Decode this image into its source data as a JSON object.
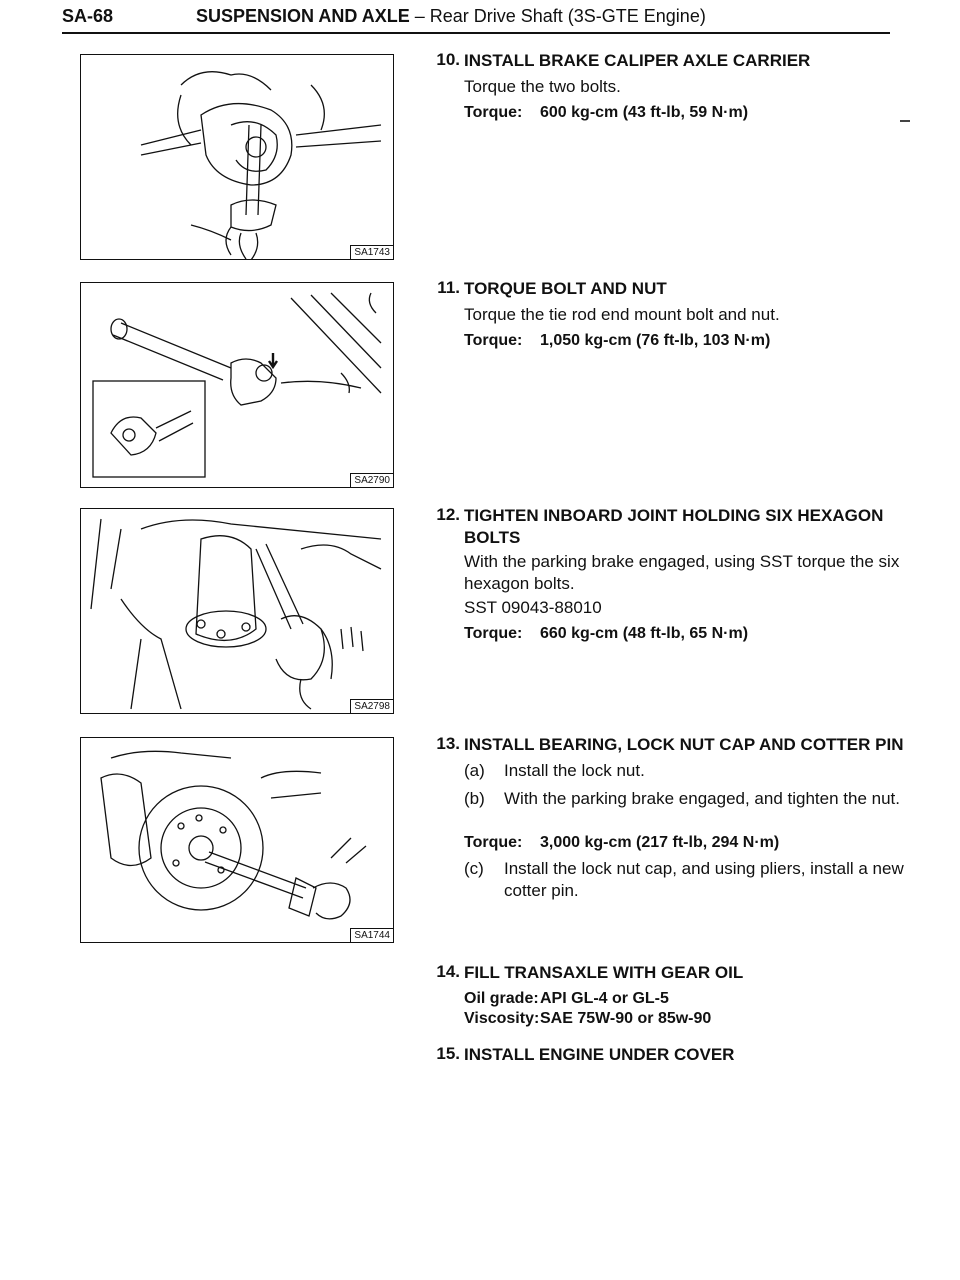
{
  "header": {
    "page_number": "SA-68",
    "section": "SUSPENSION AND AXLE",
    "separator": " – ",
    "subtitle": "Rear Drive Shaft (3S-GTE Engine)"
  },
  "figures": [
    {
      "code": "SA1743",
      "icon": "torque-wrench-on-brake-caliper"
    },
    {
      "code": "SA2790",
      "icon": "torque-wrench-on-tie-rod-end"
    },
    {
      "code": "SA2798",
      "icon": "sst-wrench-on-inboard-joint"
    },
    {
      "code": "SA1744",
      "icon": "torque-wrench-on-axle-hub-nut"
    }
  ],
  "steps": {
    "s10": {
      "num": "10.",
      "title": "INSTALL BRAKE CALIPER AXLE CARRIER",
      "text": "Torque the two bolts.",
      "torque_label": "Torque:",
      "torque_value": "600 kg-cm (43 ft-lb, 59 N·m)"
    },
    "s11": {
      "num": "11.",
      "title": "TORQUE BOLT AND NUT",
      "text": "Torque the tie rod end mount bolt and nut.",
      "torque_label": "Torque:",
      "torque_value": "1,050 kg-cm (76 ft-lb, 103 N·m)"
    },
    "s12": {
      "num": "12.",
      "title": "TIGHTEN INBOARD JOINT HOLDING SIX HEXAGON BOLTS",
      "text": "With the parking brake engaged, using SST torque the six hexagon bolts.",
      "sst": "SST 09043-88010",
      "torque_label": "Torque:",
      "torque_value": "660 kg-cm (48 ft-lb, 65 N·m)"
    },
    "s13": {
      "num": "13.",
      "title": "INSTALL BEARING, LOCK NUT CAP AND COTTER PIN",
      "a_tag": "(a)",
      "a_text": "Install the lock nut.",
      "b_tag": "(b)",
      "b_text": "With the parking brake engaged, and tighten the nut.",
      "torque_label": "Torque:",
      "torque_value": "3,000 kg-cm (217 ft-lb, 294 N·m)",
      "c_tag": "(c)",
      "c_text": "Install the lock nut cap, and using pliers, install a new cotter pin."
    },
    "s14": {
      "num": "14.",
      "title": "FILL TRANSAXLE WITH GEAR OIL",
      "oil_label": "Oil grade:",
      "oil_value": "API GL-4 or GL-5",
      "visc_label": "Viscosity:",
      "visc_value": "SAE 75W-90 or 85w-90"
    },
    "s15": {
      "num": "15.",
      "title": "INSTALL ENGINE UNDER COVER"
    }
  }
}
